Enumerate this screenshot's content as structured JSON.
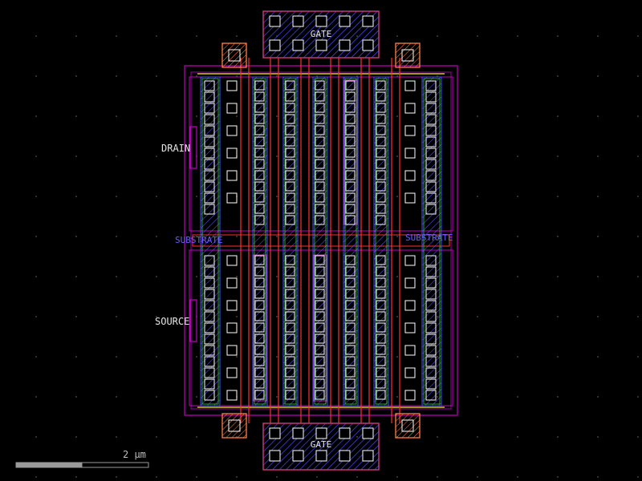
{
  "layout_view": {
    "pins": {
      "drain": "DRAIN",
      "source": "SOURCE",
      "gate_top": "GATE",
      "gate_bottom": "GATE"
    },
    "overlap_text": {
      "left": "SUBSTRATE",
      "right": "SUBSTRATE",
      "fragments": [
        "",
        "",
        ""
      ]
    },
    "scale_bar": {
      "label": "2 µm",
      "fill_fraction": 0.5
    },
    "colors": {
      "background": "#000000",
      "grid_dot": "#3a3a3a",
      "metal1": "#4b4bff",
      "poly": "#ff3030",
      "diffusion": "#33cc33",
      "well": "#c000c0",
      "contact": "#ffffff",
      "substrate_contact": "#ff8040",
      "pin_text": "#e6e6e6"
    }
  }
}
